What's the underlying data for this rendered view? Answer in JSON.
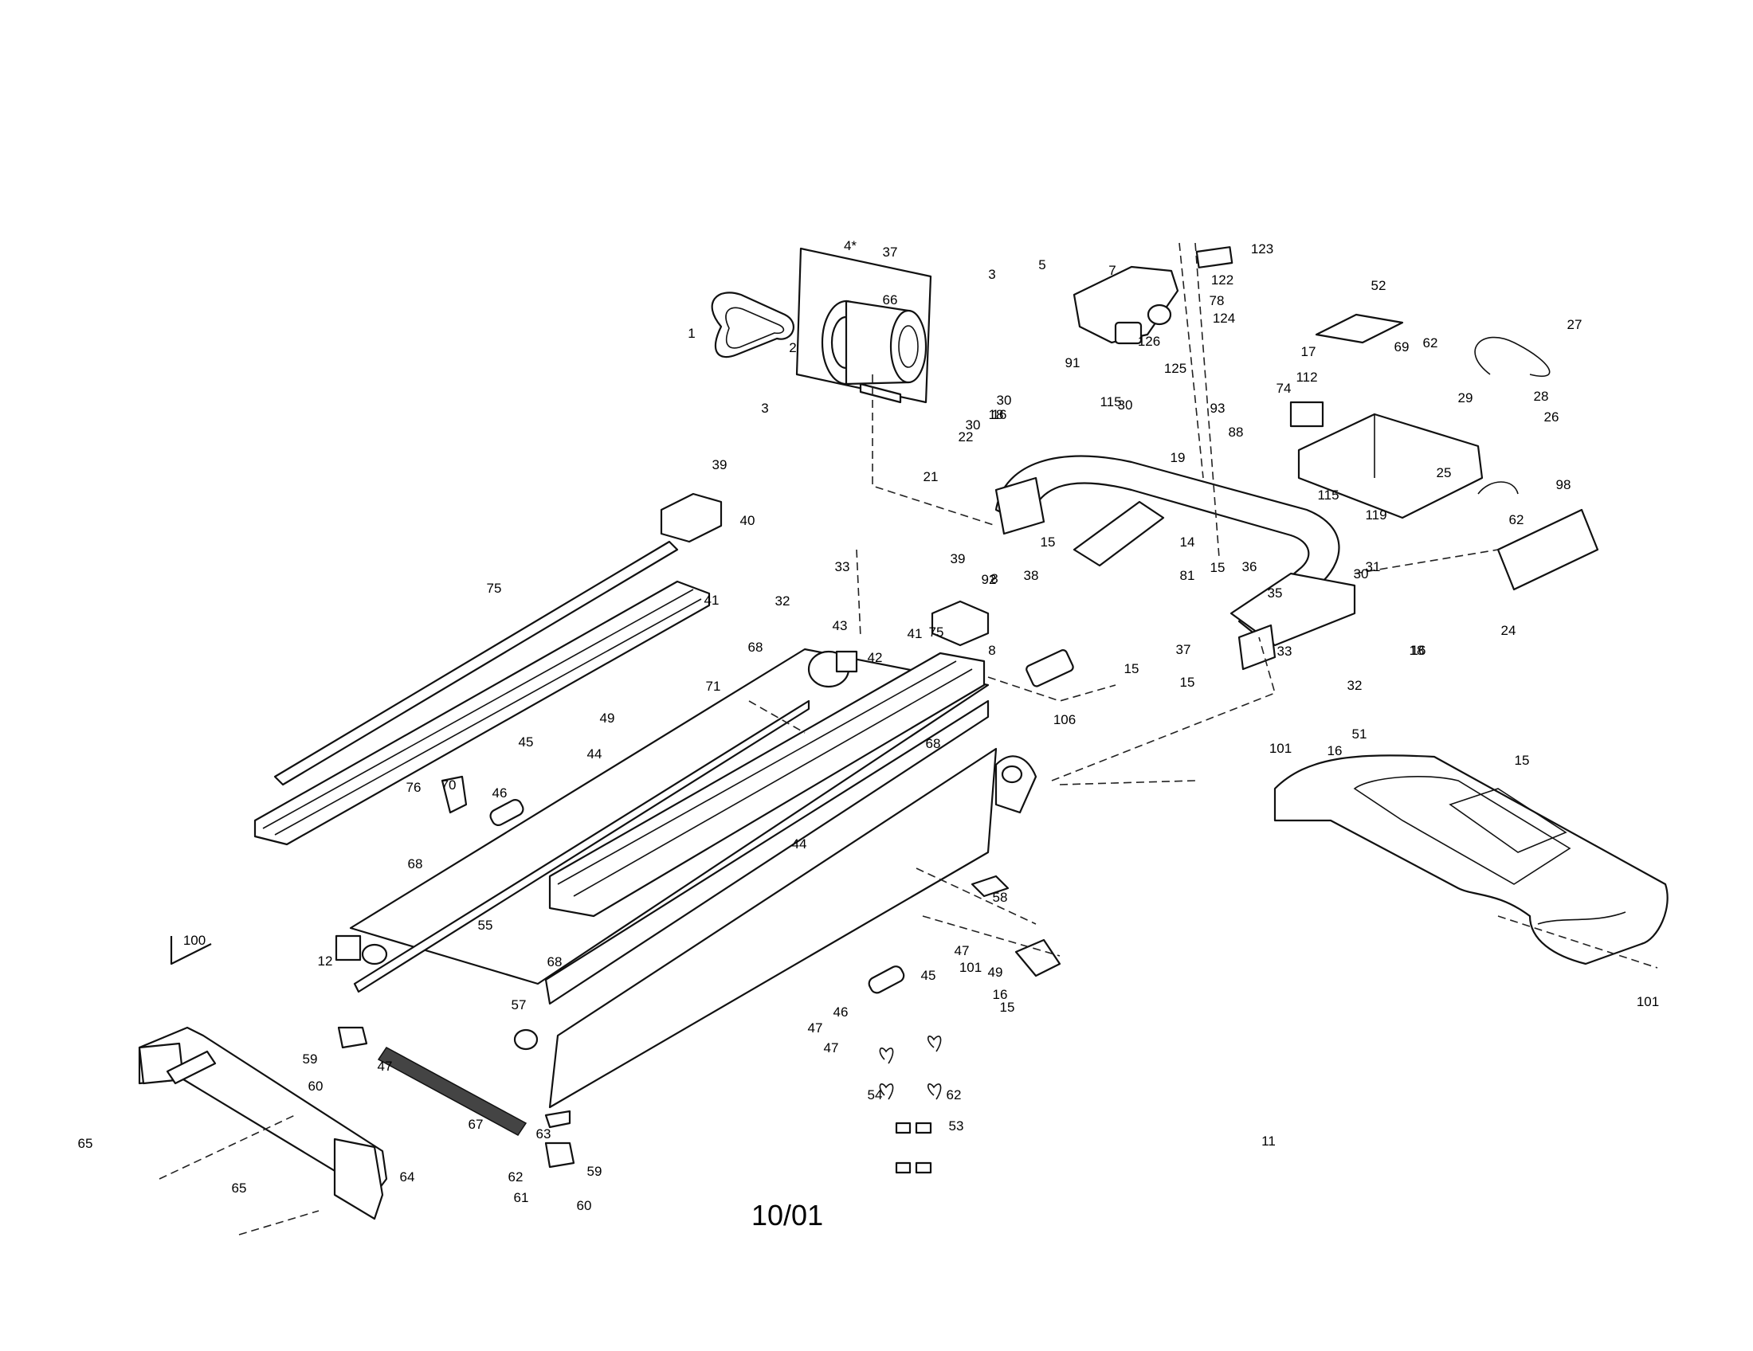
{
  "footer": {
    "date_code": "10/01"
  },
  "callouts": [
    "1",
    "2",
    "3",
    "4*",
    "5",
    "7",
    "8",
    "11",
    "12",
    "14",
    "15",
    "16",
    "17",
    "18",
    "19",
    "21",
    "22",
    "24",
    "25",
    "26",
    "27",
    "28",
    "29",
    "30",
    "31",
    "32",
    "33",
    "35",
    "36",
    "37",
    "38",
    "39",
    "40",
    "41",
    "42",
    "43",
    "44",
    "45",
    "46",
    "47",
    "49",
    "51",
    "52",
    "53",
    "54",
    "55",
    "57",
    "58",
    "59",
    "60",
    "61",
    "62",
    "63",
    "64",
    "65",
    "66",
    "67",
    "68",
    "69",
    "70",
    "71",
    "74",
    "75",
    "76",
    "78",
    "81",
    "88",
    "91",
    "92",
    "93",
    "98",
    "100",
    "101",
    "106",
    "112",
    "115",
    "119",
    "122",
    "123",
    "124",
    "125",
    "126"
  ]
}
